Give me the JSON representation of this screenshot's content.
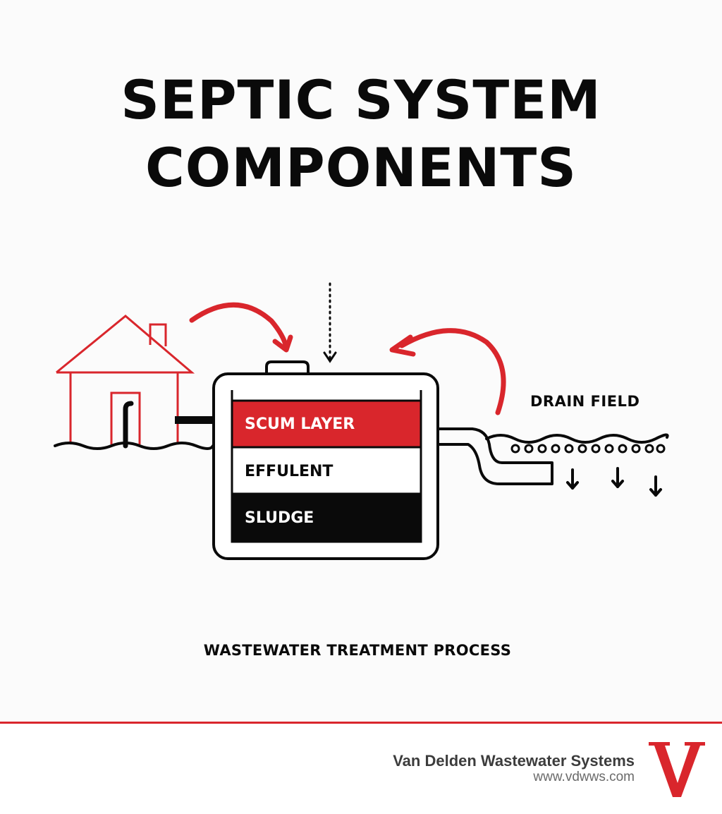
{
  "title": {
    "line1": "SEPTIC SYSTEM",
    "line2": "COMPONENTS"
  },
  "diagram": {
    "layers": {
      "top": "SCUM LAYER",
      "middle": "EFFULENT",
      "bottom": "SLUDGE"
    },
    "drain_field_label": "DRAIN FIELD",
    "icons": [
      "house-icon",
      "inflow-arrow-icon",
      "dotted-down-arrow-icon",
      "return-arrow-icon",
      "pipe-icon",
      "ground-wave-icon",
      "perforation-circle-icon",
      "down-arrow-icon"
    ]
  },
  "caption": "WASTEWATER TREATMENT PROCESS",
  "footer": {
    "company": "Van Delden Wastewater Systems",
    "url": "www.vdwws.com",
    "logo_letter": "V"
  },
  "colors": {
    "accent_red": "#d9262c",
    "ink": "#0a0a0a",
    "background": "#fbfbfb"
  }
}
